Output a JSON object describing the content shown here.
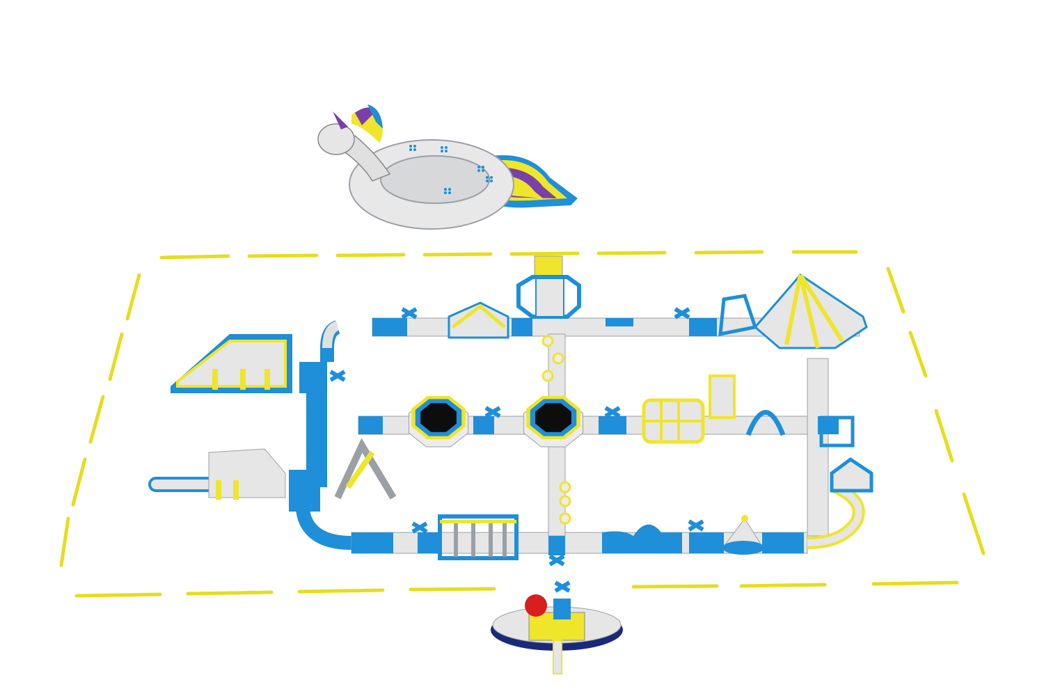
{
  "scene": {
    "subject": "inflatable-water-park-layout",
    "colors": {
      "background": "#ffffff",
      "inflatable_blue": "#1e8fd8",
      "inflatable_yellow": "#efe52b",
      "inflatable_white": "#ececec",
      "inflatable_gray": "#bfc3c7",
      "trampoline_black": "#0d0d0d",
      "boundary_yellow": "#e6dd1e",
      "unicorn_purple": "#7a3fa8",
      "boat_red": "#d81e1e",
      "logo_orange": "#e07a20"
    },
    "icons": [
      "unicorn-float",
      "trampoline-octagon",
      "slide-tower",
      "rescue-boat",
      "climbing-wall",
      "boundary-buoy-line"
    ]
  }
}
